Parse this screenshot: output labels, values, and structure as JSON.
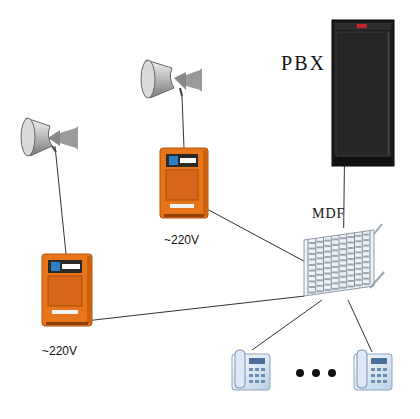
{
  "diagram": {
    "nodes": [
      {
        "text": [
          "PBX"
        ]
      },
      {
        "text": [
          "~220V"
        ]
      },
      {
        "text": [
          "MDF"
        ]
      },
      {
        "text": [
          "~220V"
        ]
      }
    ],
    "edges": [
      {
        "from": 0,
        "to": 2,
        "arrow": "none"
      },
      {
        "from": 1,
        "to": 2,
        "arrow": "none"
      },
      {
        "from": 3,
        "to": 2,
        "arrow": "none"
      }
    ]
  }
}
